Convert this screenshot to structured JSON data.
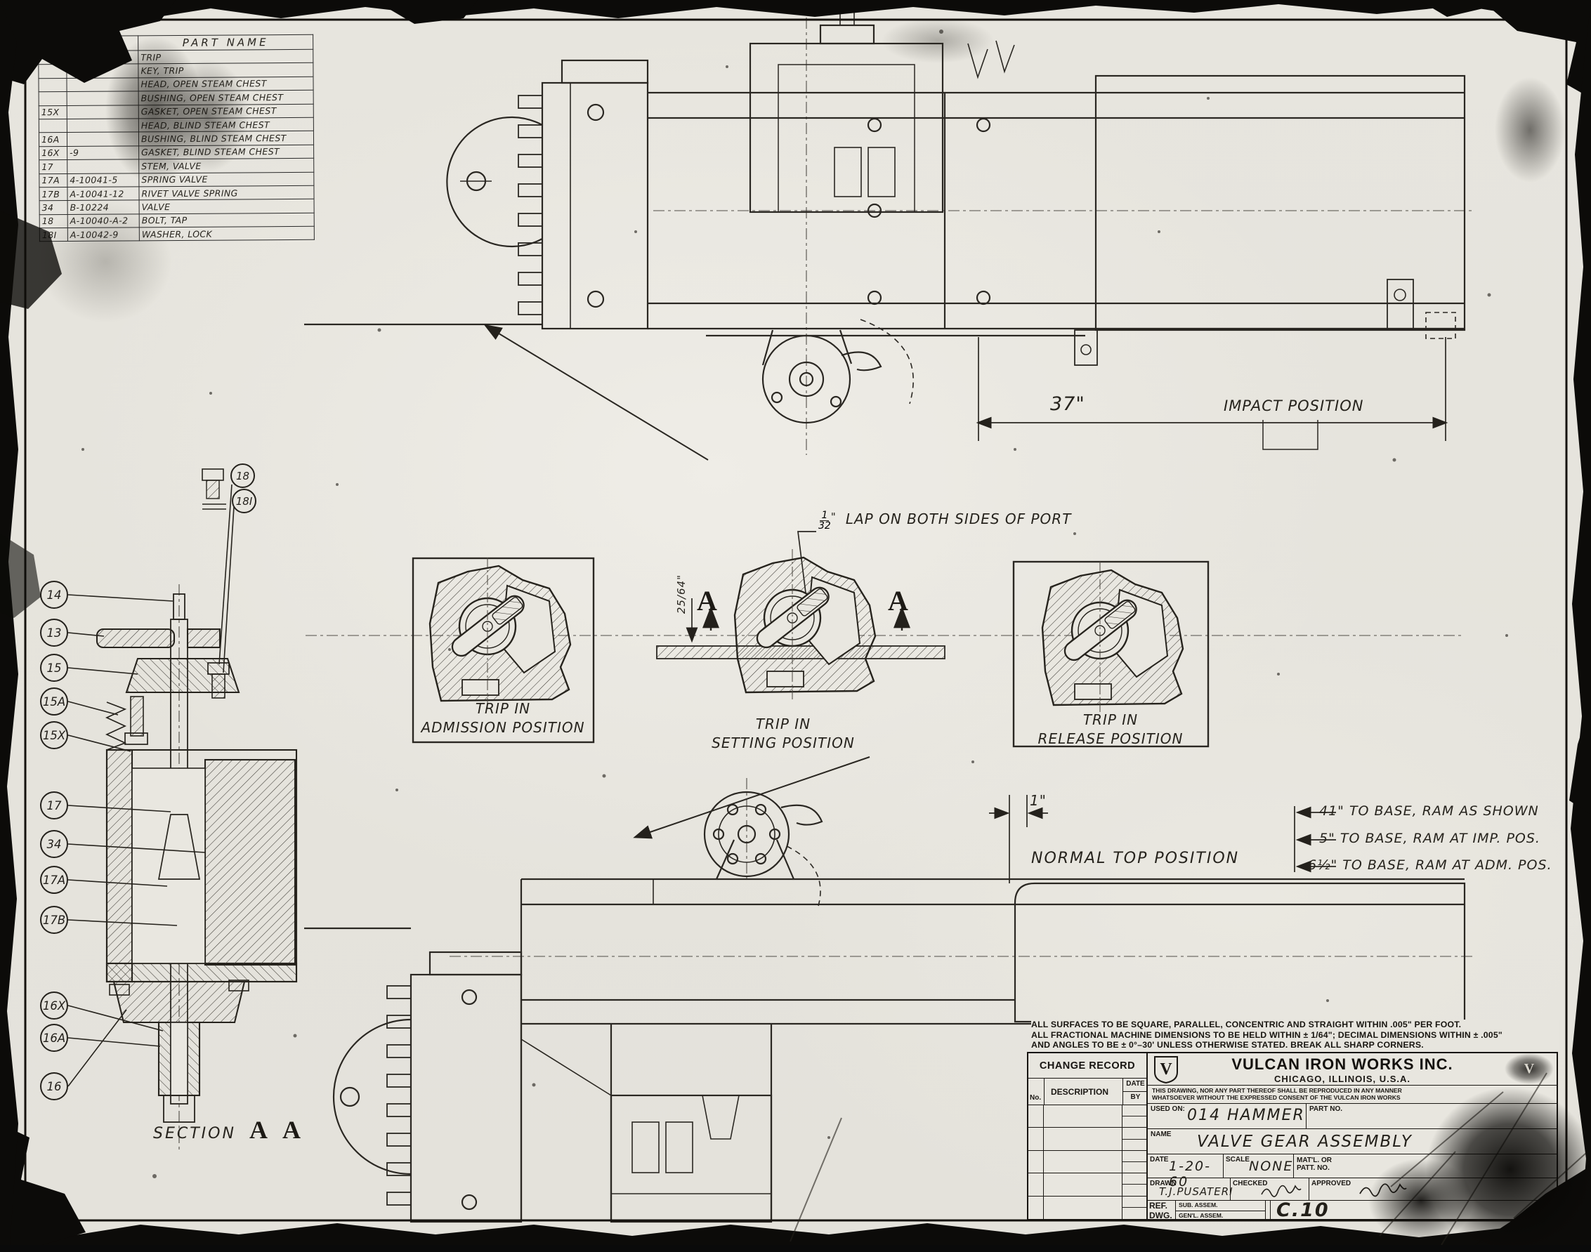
{
  "drawing": {
    "parts_table": {
      "header_part_name": "PART NAME",
      "rows": [
        {
          "item": "",
          "part_no": "",
          "name": "TRIP"
        },
        {
          "item": "",
          "part_no": "",
          "name": "KEY, TRIP"
        },
        {
          "item": "",
          "part_no": "",
          "name": "HEAD, OPEN STEAM CHEST"
        },
        {
          "item": "",
          "part_no": "",
          "name": "BUSHING, OPEN STEAM CHEST"
        },
        {
          "item": "15X",
          "part_no": "",
          "name": "GASKET, OPEN STEAM CHEST"
        },
        {
          "item": "",
          "part_no": "",
          "name": "HEAD, BLIND STEAM CHEST"
        },
        {
          "item": "16A",
          "part_no": "",
          "name": "BUSHING, BLIND STEAM CHEST"
        },
        {
          "item": "16X",
          "part_no": "-9",
          "name": "GASKET, BLIND STEAM CHEST"
        },
        {
          "item": "17",
          "part_no": "",
          "name": "STEM, VALVE"
        },
        {
          "item": "17A",
          "part_no": "4-10041-5",
          "name": "SPRING VALVE"
        },
        {
          "item": "17B",
          "part_no": "A-10041-12",
          "name": "RIVET VALVE SPRING"
        },
        {
          "item": "34",
          "part_no": "B-10224",
          "name": "VALVE"
        },
        {
          "item": "18",
          "part_no": "A-10040-A-2",
          "name": "BOLT, TAP"
        },
        {
          "item": "18I",
          "part_no": "A-10042-9",
          "name": "WASHER, LOCK"
        }
      ]
    },
    "top_view": {
      "dim_37": "37\"",
      "impact_label": "IMPACT POSITION"
    },
    "detail_views": {
      "lap_num": "1",
      "lap_den": "32",
      "lap_unit": "\"",
      "lap_text": "LAP ON BOTH SIDES OF PORT",
      "dim_25_64": "25/64\"",
      "section_letter": "A",
      "admission_l1": "TRIP IN",
      "admission_l2": "ADMISSION POSITION",
      "setting_l1": "TRIP IN",
      "setting_l2": "SETTING POSITION",
      "release_l1": "TRIP IN",
      "release_l2": "RELEASE POSITION"
    },
    "bottom_view": {
      "dim_1": "1\"",
      "normal_top_label": "NORMAL TOP POSITION",
      "base_note_1": "41\" TO BASE, RAM AS SHOWN",
      "base_note_2": "5\" TO BASE, RAM AT IMP. POS.",
      "base_note_3": "6½\" TO BASE, RAM AT ADM. POS."
    },
    "section_view": {
      "label_word": "SECTION",
      "label_letters": "A A",
      "balloons_left": [
        "14",
        "13",
        "15",
        "15A",
        "15X",
        "17",
        "34",
        "17A",
        "17B",
        "16X",
        "16A",
        "16"
      ],
      "balloons_right": [
        "18",
        "18I"
      ]
    },
    "title_block": {
      "note_1": "ALL SURFACES TO BE SQUARE, PARALLEL, CONCENTRIC AND STRAIGHT WITHIN .005\" PER FOOT.",
      "note_2": "ALL FRACTIONAL MACHINE DIMENSIONS TO BE HELD WITHIN ± 1/64\"; DECIMAL DIMENSIONS WITHIN ± .005\"",
      "note_3": "AND ANGLES TO BE ± 0°–30' UNLESS OTHERWISE STATED. BREAK ALL SHARP CORNERS.",
      "change_record_title": "CHANGE RECORD",
      "col_no": "No.",
      "col_description": "DESCRIPTION",
      "col_date": "DATE",
      "col_by": "BY",
      "company": "VULCAN IRON WORKS INC.",
      "city": "CHICAGO, ILLINOIS, U.S.A.",
      "legal_1": "THIS DRAWING, NOR ANY PART THEREOF SHALL BE REPRODUCED IN ANY MANNER",
      "legal_2": "WHATSOEVER WITHOUT THE EXPRESSED CONSENT OF THE VULCAN IRON WORKS",
      "used_on_label": "USED ON:",
      "used_on_value": "014 HAMMER",
      "part_no_label": "PART NO.",
      "name_label": "NAME",
      "name_value": "VALVE GEAR ASSEMBLY",
      "date_label": "DATE",
      "date_value": "1-20-60",
      "scale_label": "SCALE",
      "scale_value": "NONE",
      "matl_label_1": "MAT'L. OR",
      "matl_label_2": "PATT. NO.",
      "drawn_label": "DRAWN",
      "drawn_value": "T.J.PUSATERI",
      "checked_label": "CHECKED",
      "approved_label": "APPROVED",
      "ref_label_1": "REF.",
      "ref_label_2": "DWG.",
      "sub_assem_label": "SUB. ASSEM.",
      "genl_assem_label": "GEN'L. ASSEM.",
      "dwg_no": "C.10"
    }
  }
}
